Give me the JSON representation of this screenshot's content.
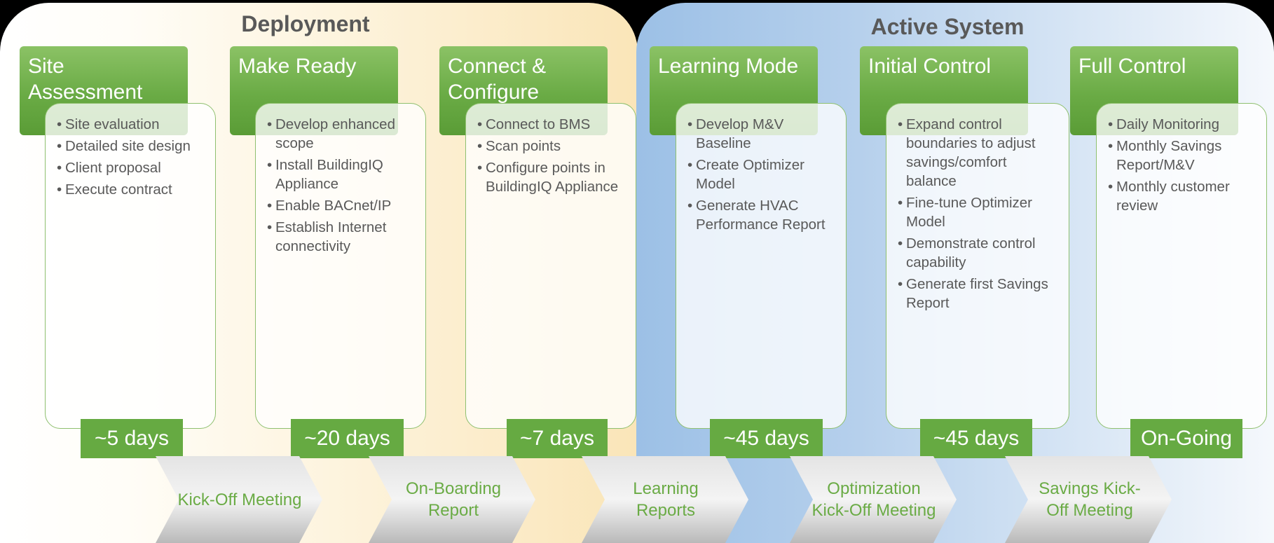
{
  "sections": {
    "deployment_title": "Deployment",
    "active_title": "Active System"
  },
  "phases": [
    {
      "title": "Site Assessment",
      "bullets": [
        "Site evaluation",
        "Detailed site design",
        "Client proposal",
        "Execute contract"
      ],
      "duration": "~5 days"
    },
    {
      "title": "Make Ready",
      "bullets": [
        "Develop enhanced scope",
        "Install BuildingIQ Appliance",
        "Enable BACnet/IP",
        "Establish Internet connectivity"
      ],
      "duration": "~20 days"
    },
    {
      "title": "Connect & Configure",
      "bullets": [
        "Connect to BMS",
        "Scan points",
        "Configure points in BuildingIQ Appliance"
      ],
      "duration": "~7 days"
    },
    {
      "title": "Learning Mode",
      "bullets": [
        "Develop M&V Baseline",
        "Create Optimizer Model",
        "Generate HVAC Performance Report"
      ],
      "duration": "~45 days"
    },
    {
      "title": "Initial Control",
      "bullets": [
        "Expand control boundaries to adjust savings/comfort balance",
        "Fine-tune Optimizer Model",
        "Demonstrate control capability",
        "Generate first Savings Report"
      ],
      "duration": "~45 days"
    },
    {
      "title": "Full Control",
      "bullets": [
        "Daily Monitoring",
        "Monthly Savings Report/M&V",
        "Monthly customer review"
      ],
      "duration": "On-Going"
    }
  ],
  "milestones": [
    {
      "label": "Kick-Off Meeting"
    },
    {
      "label": "On-Boarding Report"
    },
    {
      "label": "Learning Reports"
    },
    {
      "label": "Optimization Kick-Off Meeting"
    },
    {
      "label": "Savings Kick-Off Meeting"
    }
  ],
  "colors": {
    "green": "#66aa42",
    "text_gray": "#595959",
    "deployment_bg": "#fae5b8",
    "active_bg": "#9cc0e6"
  }
}
